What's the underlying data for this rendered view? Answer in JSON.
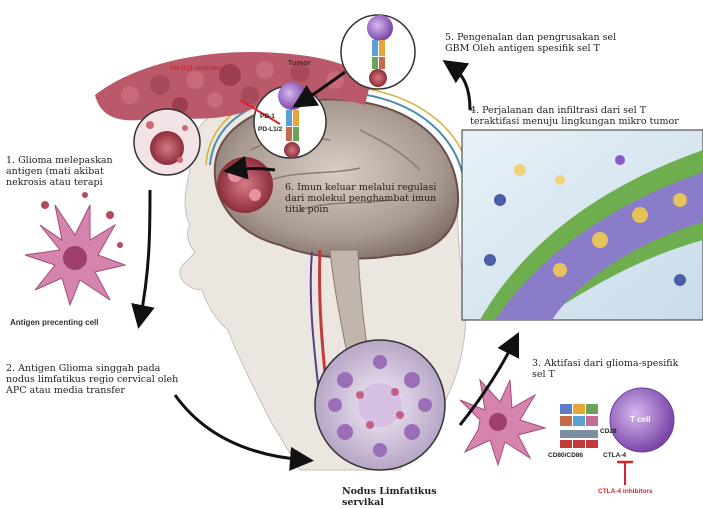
{
  "labels": {
    "step1": "1. Glioma melepaskan antigen (mati akibat nekrosis atau terapi",
    "step2": "2. Antigen Glioma singgah pada nodus limfatikus regio cervical oleh APC atau media transfer",
    "step3": "3. Aktifasi dari glioma-spesifik sel T",
    "step4": "4. Perjalanan dan infiltrasi dari sel T teraktifasi menuju lingkungan mikro tumor",
    "step5": "5. Pengenalan dan pengrusakan sel GBM Oleh antigen spesifik sel T",
    "step6": "6. Imun keluar melalui regulasi dari molekul penghambat imun titik poin",
    "lymph_node": "Nodus Limfatikus servikal",
    "antigen_cell": "Antigen precenting cell",
    "tumor": "Tumor",
    "pdl1_inhibitors": "PD-(L)1 inhibitors",
    "pd1": "PD-1",
    "pdl12": "PD-L1/2",
    "tcell": "T cell",
    "cd28": "CD28",
    "cd80": "CD80/CD86",
    "ctla4": "CTLA-4",
    "ctla4_inhibitors": "CTLA-4 inhibitors"
  },
  "colors": {
    "tumor": "#b04a55",
    "tcell": "#8a5bb8",
    "apc": "#c55f8a",
    "skin": "#e9e3dd",
    "inhibitor_red": "#d8252b",
    "vessel": "#5a8f3c",
    "lymph_node": "#b48ac9"
  },
  "icons": [
    "arrow-icon",
    "inhibition-bar-icon",
    "receptor-icon"
  ]
}
